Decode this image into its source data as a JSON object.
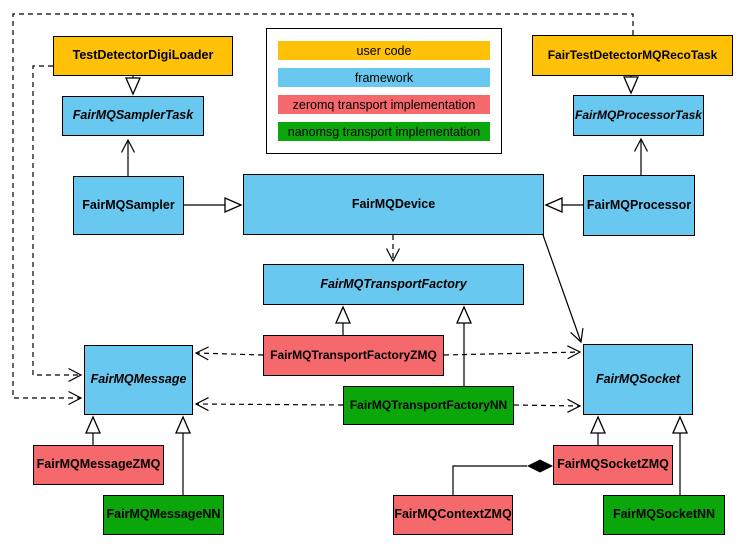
{
  "diagram": {
    "nodes": {
      "digi_loader": "TestDetectorDigiLoader",
      "reco_task": "FairTestDetectorMQRecoTask",
      "sampler_task": "FairMQSamplerTask",
      "processor_task": "FairMQProcessorTask",
      "sampler": "FairMQSampler",
      "device": "FairMQDevice",
      "processor": "FairMQProcessor",
      "transport_factory": "FairMQTransportFactory",
      "transport_factory_zmq": "FairMQTransportFactoryZMQ",
      "transport_factory_nn": "FairMQTransportFactoryNN",
      "message": "FairMQMessage",
      "socket": "FairMQSocket",
      "message_zmq": "FairMQMessageZMQ",
      "message_nn": "FairMQMessageNN",
      "socket_zmq": "FairMQSocketZMQ",
      "socket_nn": "FairMQSocketNN",
      "context_zmq": "FairMQContextZMQ"
    },
    "legend": {
      "items": [
        {
          "label": "user code",
          "color": "#FFC107"
        },
        {
          "label": "framework",
          "color": "#69C8F0"
        },
        {
          "label": "zeromq transport implementation",
          "color": "#F5696C"
        },
        {
          "label": "nanomsg transport implementation",
          "color": "#0AA60A"
        }
      ]
    },
    "colors": {
      "user_code": "#FFC107",
      "framework": "#69C8F0",
      "zeromq": "#F5696C",
      "nanomsg": "#0AA60A",
      "line": "#000000",
      "background": "#FFFFFF"
    },
    "edges": [
      {
        "from": "TestDetectorDigiLoader",
        "to": "FairMQSamplerTask",
        "type": "inheritance-hollow-triangle",
        "style": "solid"
      },
      {
        "from": "FairTestDetectorMQRecoTask",
        "to": "FairMQProcessorTask",
        "type": "inheritance-hollow-triangle",
        "style": "solid"
      },
      {
        "from": "FairMQSampler",
        "to": "FairMQDevice",
        "type": "inheritance-hollow-triangle",
        "style": "solid"
      },
      {
        "from": "FairMQProcessor",
        "to": "FairMQDevice",
        "type": "inheritance-hollow-triangle",
        "style": "solid"
      },
      {
        "from": "FairMQSampler",
        "to": "FairMQSamplerTask",
        "type": "association-open-arrow",
        "style": "solid"
      },
      {
        "from": "FairMQProcessor",
        "to": "FairMQProcessorTask",
        "type": "association-open-arrow",
        "style": "solid"
      },
      {
        "from": "FairMQDevice",
        "to": "FairMQTransportFactory",
        "type": "dependency-open-arrow",
        "style": "dashed"
      },
      {
        "from": "FairMQDevice",
        "to": "FairMQSocket",
        "type": "association-open-arrow",
        "style": "solid"
      },
      {
        "from": "FairMQTransportFactoryZMQ",
        "to": "FairMQTransportFactory",
        "type": "inheritance-hollow-triangle",
        "style": "solid"
      },
      {
        "from": "FairMQTransportFactoryNN",
        "to": "FairMQTransportFactory",
        "type": "inheritance-hollow-triangle",
        "style": "solid"
      },
      {
        "from": "FairMQTransportFactoryZMQ",
        "to": "FairMQMessage",
        "type": "dependency-open-arrow",
        "style": "dashed"
      },
      {
        "from": "FairMQTransportFactoryZMQ",
        "to": "FairMQSocket",
        "type": "dependency-open-arrow",
        "style": "dashed"
      },
      {
        "from": "FairMQTransportFactoryNN",
        "to": "FairMQMessage",
        "type": "dependency-open-arrow",
        "style": "dashed"
      },
      {
        "from": "FairMQTransportFactoryNN",
        "to": "FairMQSocket",
        "type": "dependency-open-arrow",
        "style": "dashed"
      },
      {
        "from": "TestDetectorDigiLoader",
        "to": "FairMQMessage",
        "type": "dependency-open-arrow",
        "style": "dashed"
      },
      {
        "from": "FairTestDetectorMQRecoTask",
        "to": "FairMQMessage",
        "type": "dependency-open-arrow",
        "style": "dashed"
      },
      {
        "from": "FairMQMessageZMQ",
        "to": "FairMQMessage",
        "type": "inheritance-hollow-triangle",
        "style": "solid"
      },
      {
        "from": "FairMQMessageNN",
        "to": "FairMQMessage",
        "type": "inheritance-hollow-triangle",
        "style": "solid"
      },
      {
        "from": "FairMQSocketZMQ",
        "to": "FairMQSocket",
        "type": "inheritance-hollow-triangle",
        "style": "solid"
      },
      {
        "from": "FairMQSocketNN",
        "to": "FairMQSocket",
        "type": "inheritance-hollow-triangle",
        "style": "solid"
      },
      {
        "from": "FairMQContextZMQ",
        "to": "FairMQSocketZMQ",
        "type": "composition-filled-diamond",
        "style": "solid"
      }
    ]
  }
}
